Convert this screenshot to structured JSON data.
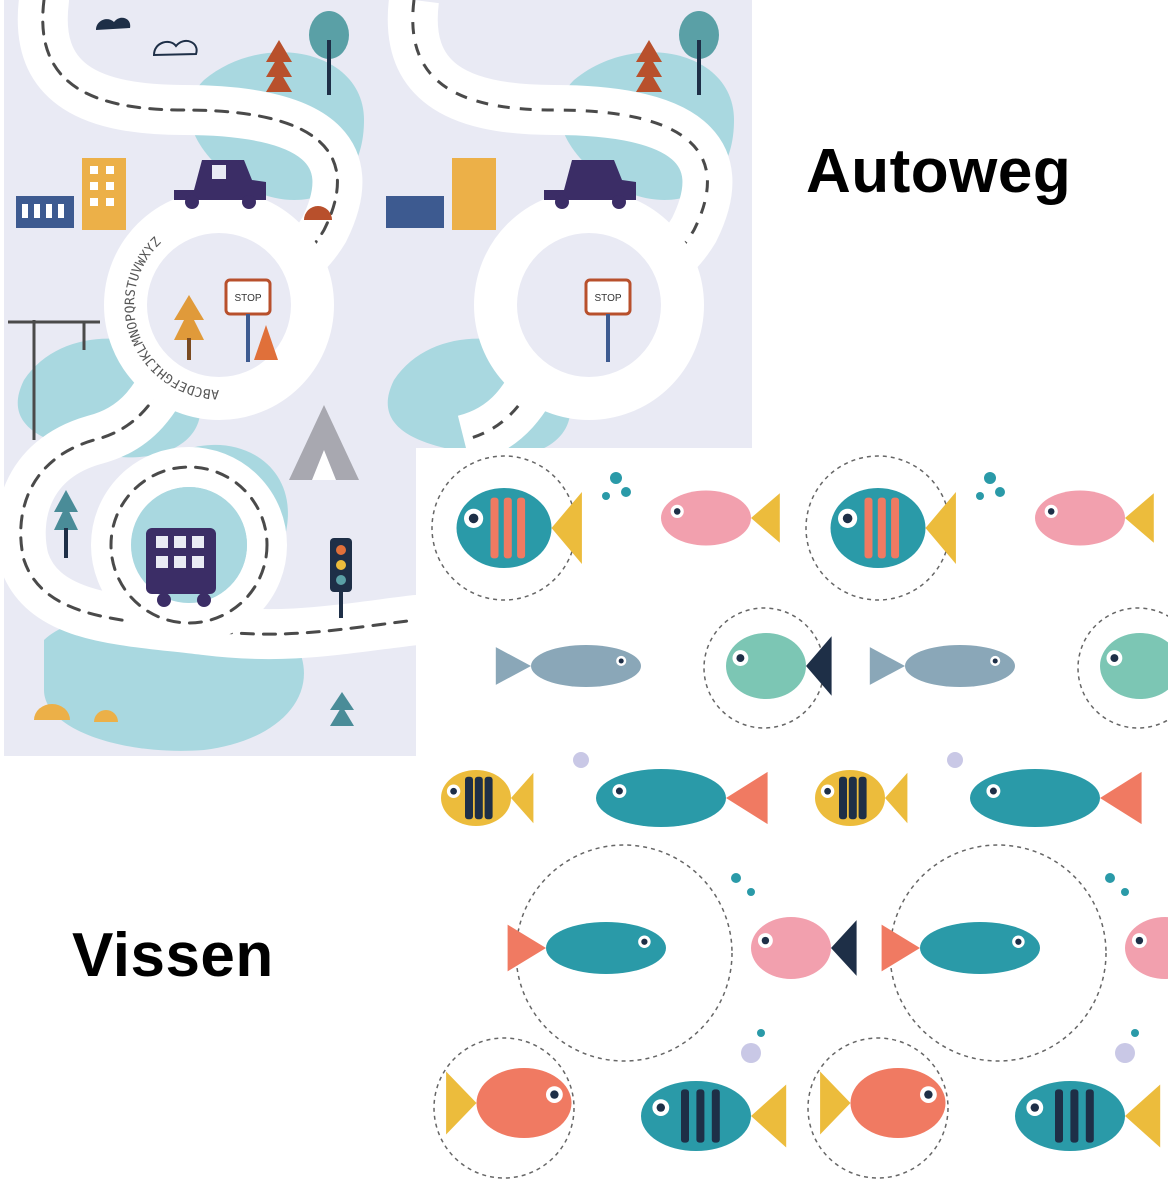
{
  "labels": {
    "road_side": "Autoweg",
    "fish_side": "Vissen"
  },
  "road_art": {
    "stop_sign": "STOP",
    "alphabet": "ABCDEFGHIJKLMNOPQRSTUVWXYZ"
  },
  "colors": {
    "road_background": "#e9eaf4",
    "road_grass": "#a9d8e0",
    "road_white": "#ffffff",
    "road_dash": "#4a4a4a",
    "fish_background": "#ffffff",
    "teal": "#2a9aa8",
    "coral": "#f07a62",
    "pink": "#f2a0ae",
    "yellow": "#ecbc3c",
    "navy": "#1e2f47",
    "car_purple": "#3b2d66",
    "tree_orange": "#e09a3a",
    "tree_rust": "#b8502c"
  },
  "icons": [
    "car-icon",
    "bus-icon",
    "crane-icon",
    "tree-icon",
    "building-icon",
    "stop-sign-icon",
    "traffic-light-icon",
    "teepee-icon",
    "traffic-cone-icon",
    "cloud-icon",
    "fish-icon",
    "bubble-icon"
  ]
}
